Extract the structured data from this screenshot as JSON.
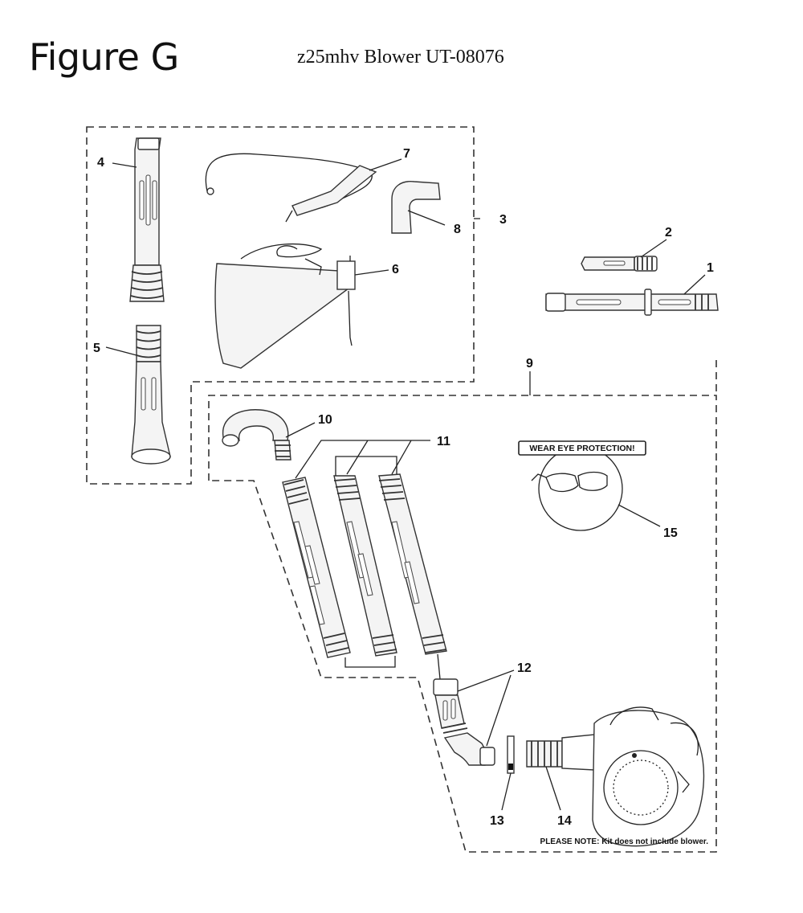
{
  "header": {
    "figure_title": "Figure G",
    "model_title": "z25mhv Blower UT-08076"
  },
  "callouts": {
    "c1": "1",
    "c2": "2",
    "c3": "3",
    "c4": "4",
    "c5": "5",
    "c6": "6",
    "c7": "7",
    "c8": "8",
    "c9": "9",
    "c10": "10",
    "c11": "11",
    "c12": "12",
    "c13": "13",
    "c14": "14",
    "c15": "15"
  },
  "labels": {
    "warning": "WEAR EYE PROTECTION!",
    "note": "PLEASE NOTE: Kit does not include blower."
  }
}
